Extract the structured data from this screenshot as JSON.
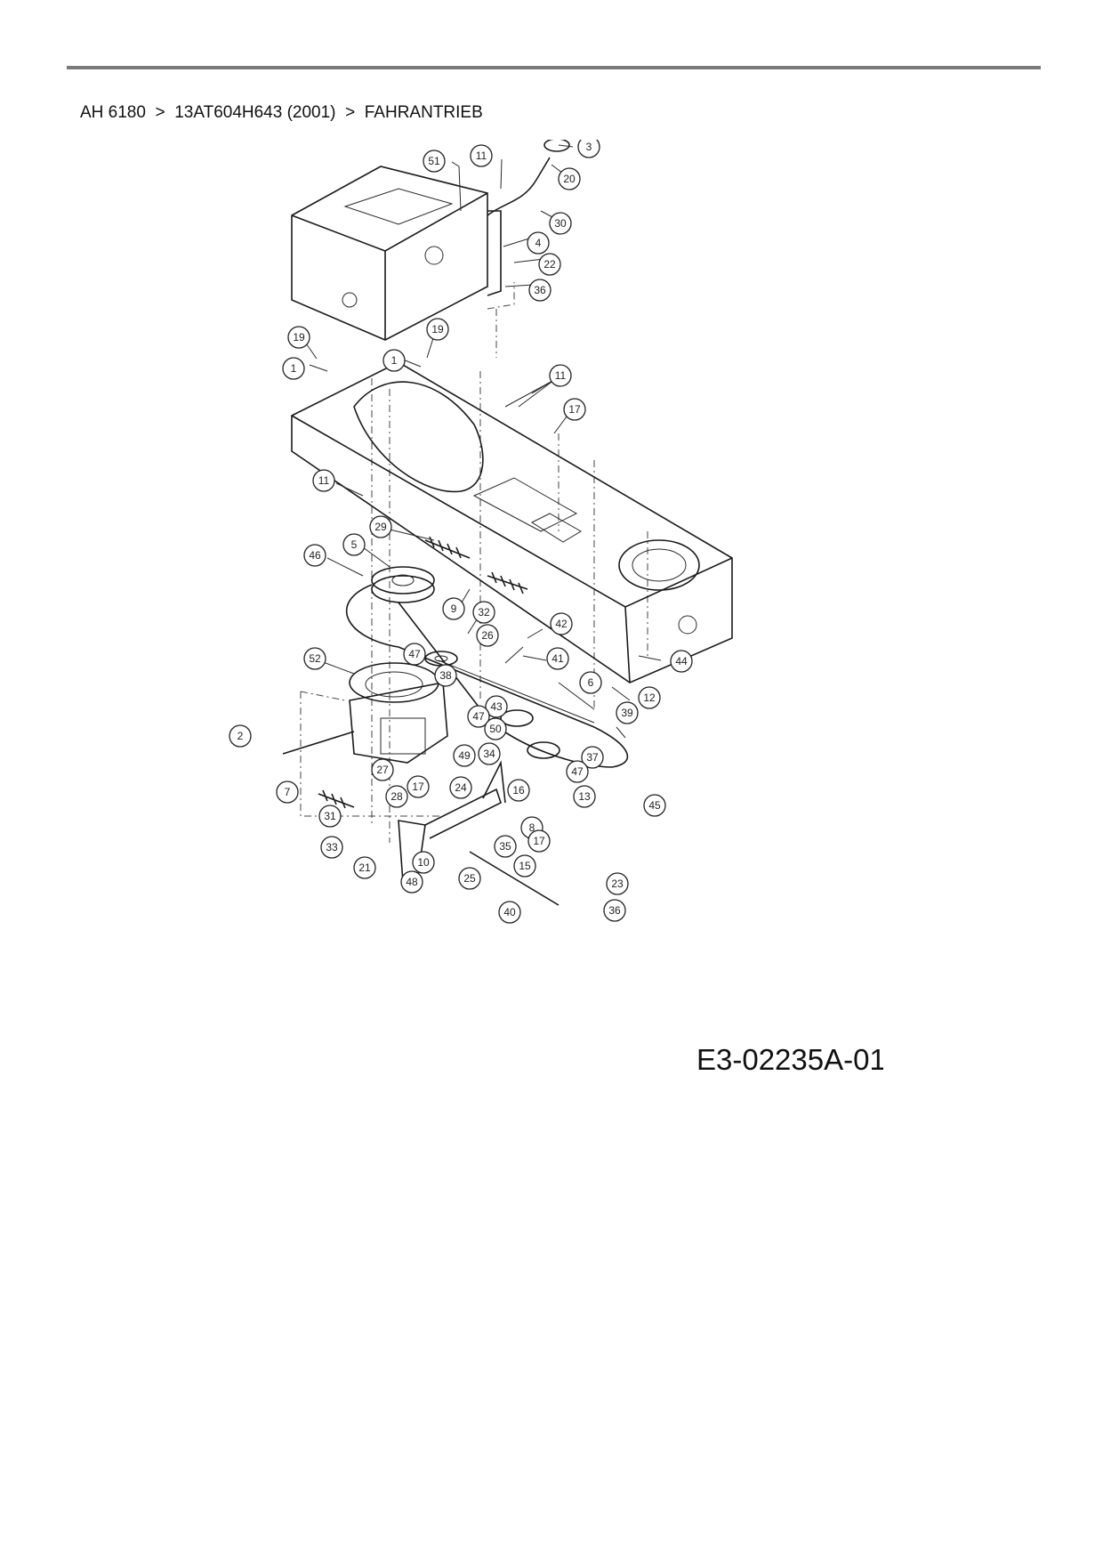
{
  "breadcrumb": {
    "model": "AH 6180",
    "sep1": ">",
    "part_number": "13AT604H643 (2001)",
    "sep2": ">",
    "section": "FAHRANTRIEB"
  },
  "diagram": {
    "code": "E3-02235A-01",
    "callouts": [
      "51",
      "11",
      "3",
      "20",
      "30",
      "4",
      "22",
      "36",
      "19",
      "1",
      "19",
      "1",
      "11",
      "17",
      "11",
      "29",
      "46",
      "5",
      "9",
      "32",
      "26",
      "42",
      "47",
      "41",
      "44",
      "52",
      "38",
      "6",
      "12",
      "43",
      "39",
      "47",
      "2",
      "37",
      "50",
      "34",
      "49",
      "47",
      "7",
      "27",
      "17",
      "24",
      "16",
      "13",
      "45",
      "28",
      "31",
      "8",
      "17",
      "33",
      "35",
      "21",
      "10",
      "15",
      "48",
      "25",
      "23",
      "40",
      "36"
    ]
  }
}
